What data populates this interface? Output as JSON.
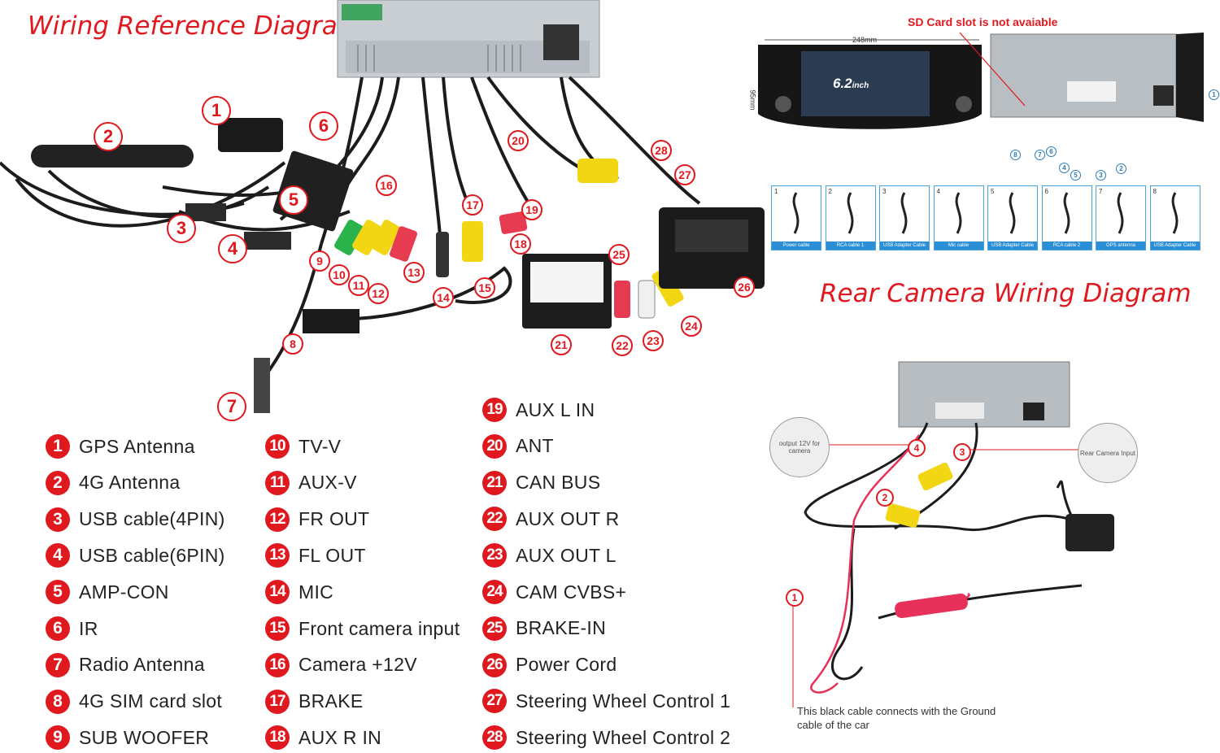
{
  "titles": {
    "wiring": "Wiring Reference Diagram",
    "camera": "Rear Camera Wiring Diagram"
  },
  "head_unit": {
    "sd_note": "SD Card slot is not avaiable",
    "width": "248mm",
    "height": "95mm",
    "screen": "6.2",
    "screen_unit": "inch"
  },
  "legend": [
    {
      "num": "1",
      "label": "GPS Antenna"
    },
    {
      "num": "2",
      "label": "4G Antenna"
    },
    {
      "num": "3",
      "label": "USB cable(4PIN)"
    },
    {
      "num": "4",
      "label": "USB cable(6PIN)"
    },
    {
      "num": "5",
      "label": "AMP-CON"
    },
    {
      "num": "6",
      "label": "IR"
    },
    {
      "num": "7",
      "label": "Radio Antenna"
    },
    {
      "num": "8",
      "label": "4G SIM card slot"
    },
    {
      "num": "9",
      "label": "SUB WOOFER"
    },
    {
      "num": "10",
      "label": "TV-V"
    },
    {
      "num": "11",
      "label": "AUX-V"
    },
    {
      "num": "12",
      "label": "FR OUT"
    },
    {
      "num": "13",
      "label": "FL OUT"
    },
    {
      "num": "14",
      "label": "MIC"
    },
    {
      "num": "15",
      "label": "Front camera input"
    },
    {
      "num": "16",
      "label": "Camera +12V"
    },
    {
      "num": "17",
      "label": "BRAKE"
    },
    {
      "num": "18",
      "label": "AUX R IN"
    },
    {
      "num": "19",
      "label": "AUX L IN"
    },
    {
      "num": "20",
      "label": "ANT"
    },
    {
      "num": "21",
      "label": "CAN BUS"
    },
    {
      "num": "22",
      "label": "AUX OUT R"
    },
    {
      "num": "23",
      "label": "AUX OUT L"
    },
    {
      "num": "24",
      "label": "CAM CVBS+"
    },
    {
      "num": "25",
      "label": "BRAKE-IN"
    },
    {
      "num": "26",
      "label": "Power Cord"
    },
    {
      "num": "27",
      "label": "Steering Wheel Control 1"
    },
    {
      "num": "28",
      "label": "Steering Wheel Control 2"
    }
  ],
  "diagram_callouts": [
    "1",
    "2",
    "3",
    "4",
    "5",
    "6",
    "7",
    "8",
    "9",
    "10",
    "11",
    "12",
    "13",
    "14",
    "15",
    "16",
    "17",
    "18",
    "19",
    "20",
    "21",
    "22",
    "23",
    "24",
    "25",
    "26",
    "27",
    "28"
  ],
  "cable_cards": [
    {
      "num": "1",
      "caption": "Power cable"
    },
    {
      "num": "2",
      "caption": "RCA cable 1"
    },
    {
      "num": "3",
      "caption": "USB Adapter Cable"
    },
    {
      "num": "4",
      "caption": "Mic cable"
    },
    {
      "num": "5",
      "caption": "USB Adapter Cable"
    },
    {
      "num": "6",
      "caption": "RCA cable 2"
    },
    {
      "num": "7",
      "caption": "GPS antenna"
    },
    {
      "num": "8",
      "caption": "USB Adapter Cable"
    }
  ],
  "back_callouts": [
    "8",
    "7",
    "6",
    "4",
    "5",
    "3",
    "2",
    "1"
  ],
  "camera_callouts": [
    "1",
    "2",
    "3",
    "4"
  ],
  "camera_tags": {
    "left": "output 12V for camera",
    "right": "Rear Camera Input"
  },
  "ground_note": "This black cable connects with the Ground cable of the car",
  "colors": {
    "accent": "#e0191f",
    "card_blue": "#2a8fd6"
  }
}
